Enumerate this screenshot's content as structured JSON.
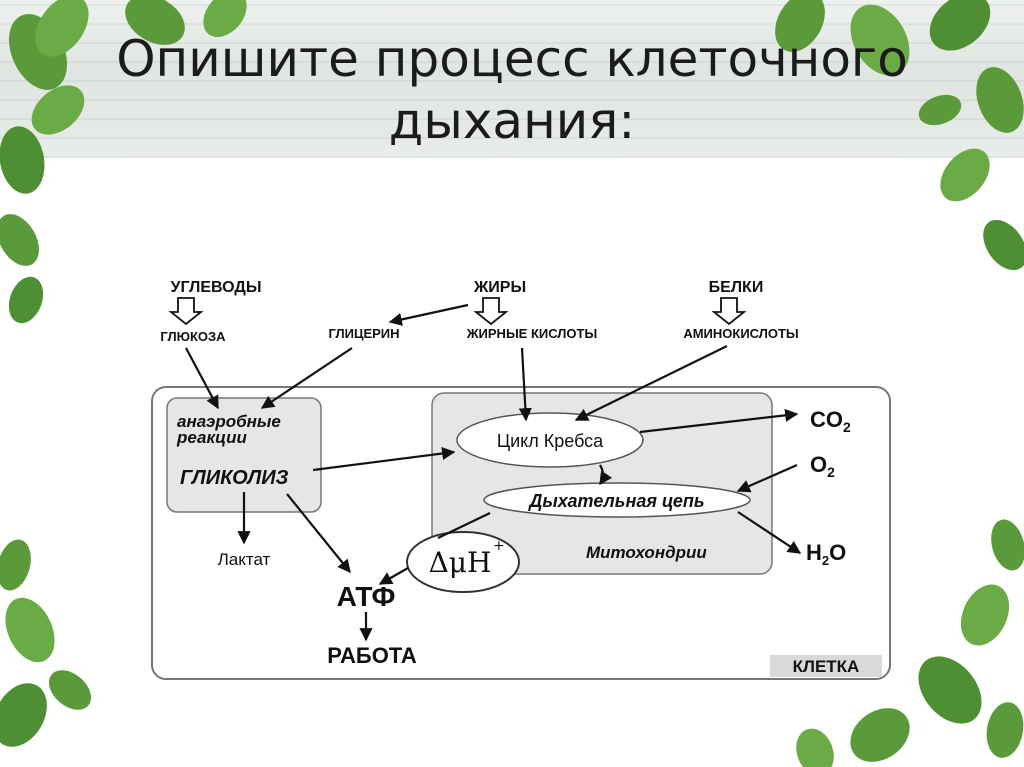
{
  "slide": {
    "title_line1": "Опишите процесс клеточного",
    "title_line2": "дыхания:"
  },
  "diagram": {
    "sources": {
      "carbohydrates": "УГЛЕВОДЫ",
      "fats": "ЖИРЫ",
      "proteins": "БЕЛКИ"
    },
    "intermediates": {
      "glucose": "ГЛЮКОЗА",
      "glycerol": "ГЛИЦЕРИН",
      "fatty_acids": "ЖИРНЫЕ КИСЛОТЫ",
      "amino_acids": "АМИНОКИСЛОТЫ"
    },
    "anaerobic_line1": "анаэробные",
    "anaerobic_line2": "реакции",
    "glycolysis": "ГЛИКОЛИЗ",
    "krebs_cycle": "Цикл Кребса",
    "respiratory_chain": "Дыхательная цепь",
    "mitochondria": "Митохондрии",
    "lactate": "Лактат",
    "atp": "АТФ",
    "work": "РАБОТА",
    "cell": "КЛЕТКА",
    "delta_mu_h": "ΔμH",
    "delta_mu_h_sup": "+",
    "co2": "CO",
    "co2_sub": "2",
    "o2": "O",
    "o2_sub": "2",
    "h2o_h": "H",
    "h2o_sub": "2",
    "h2o_o": "O"
  },
  "colors": {
    "leaf": "#5a9a3a",
    "leaf_dark": "#2f6a22",
    "bark": "#e3e8e4",
    "panel": "#e6e6e6",
    "stroke": "#111111"
  }
}
